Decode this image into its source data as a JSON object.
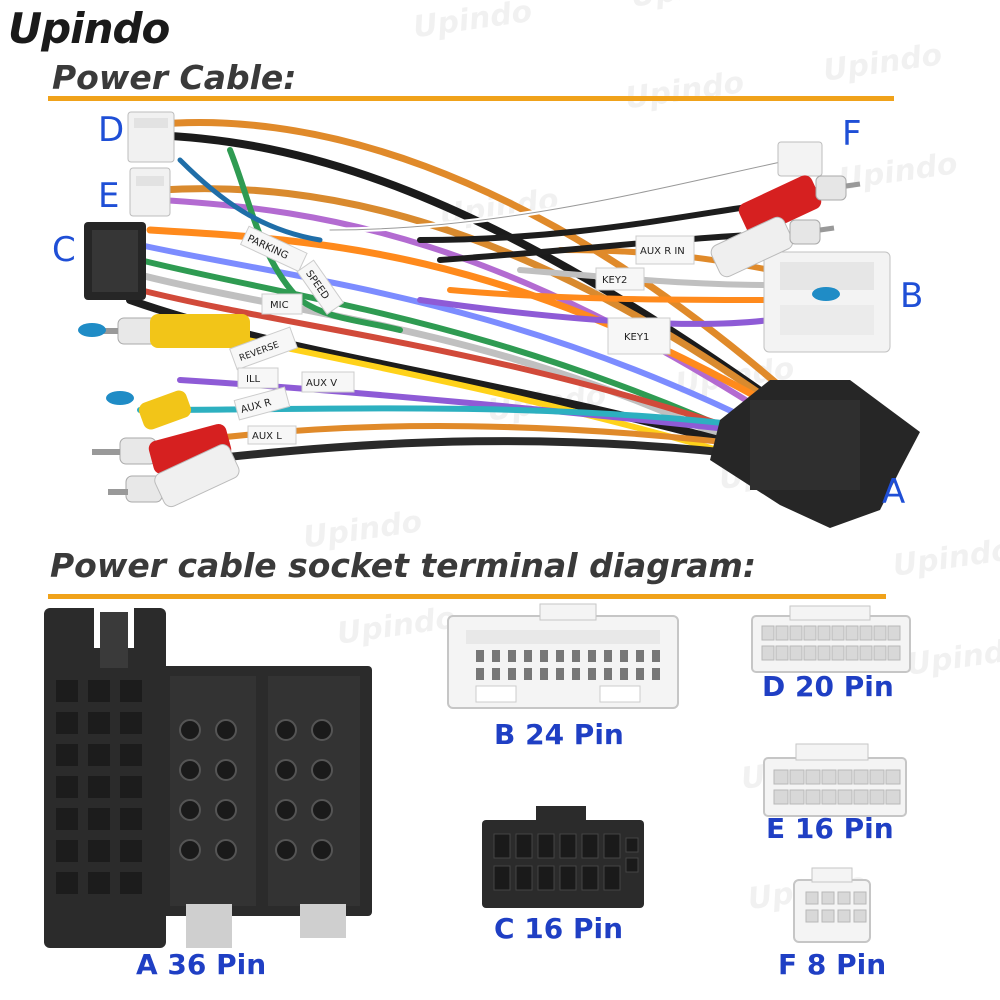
{
  "brand": "Upindo",
  "watermark": "Upindo",
  "sections": {
    "cable_title": "Power Cable:",
    "diagram_title": "Power cable socket terminal diagram:"
  },
  "cable_letters": {
    "a": "A",
    "b": "B",
    "c": "C",
    "d": "D",
    "e": "E",
    "f": "F"
  },
  "wire_tags": {
    "parking": "PARKING",
    "speed": "SPEED",
    "mic": "MIC",
    "reverse": "REVERSE",
    "ill": "ILL",
    "aux_r": "AUX R",
    "aux_l": "AUX L",
    "aux_v": "AUX V",
    "aux_r_in": "AUX R IN",
    "key2": "KEY2",
    "key1": "KEY1"
  },
  "connectors": {
    "a": "A 36 Pin",
    "b": "B 24 Pin",
    "c": "C 16 Pin",
    "d": "D 20 Pin",
    "e": "E 16 Pin",
    "f": "F 8 Pin"
  },
  "colors": {
    "heading": "#3a3a3a",
    "rule": "#f0a21a",
    "label_blue": "#1f3fc4",
    "connector_white": "#f4f4f4",
    "connector_black": "#2b2b2b"
  }
}
